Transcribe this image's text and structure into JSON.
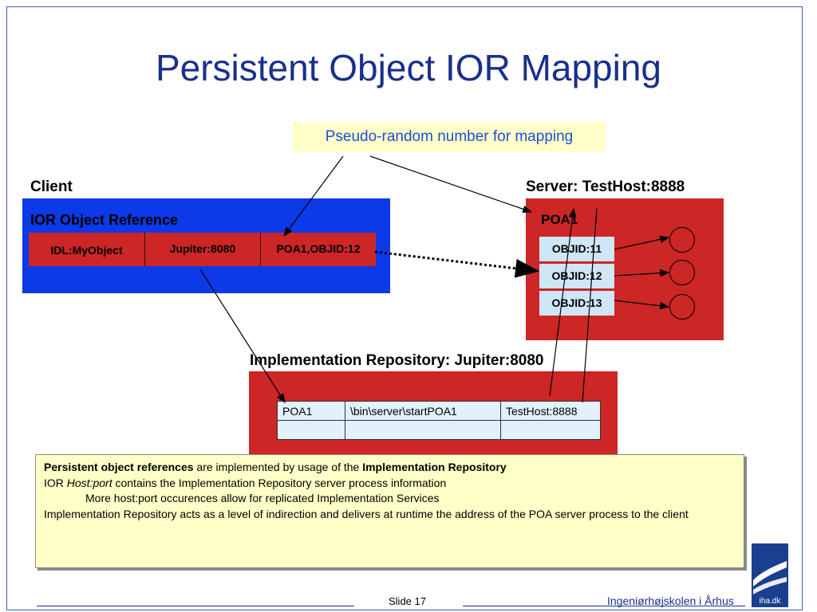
{
  "slide": {
    "title": "Persistent Object IOR Mapping",
    "callout": "Pseudo-random number for mapping",
    "client_label": "Client",
    "server_label": "Server: TestHost:8888",
    "ior": {
      "label": "IOR Object Reference",
      "cells": [
        "IDL:MyObject",
        "Jupiter:8080",
        "POA1,OBJID:12"
      ]
    },
    "server": {
      "poa_label": "POA1",
      "objids": [
        "OBJID:11",
        "OBJID:12",
        "OBJID:13"
      ]
    },
    "impl_repo": {
      "label": "Implementation Repository: Jupiter:8080",
      "row": [
        "POA1",
        "\\bin\\server\\startPOA1",
        "TestHost:8888"
      ]
    },
    "notes": {
      "line1_bold1": "Persistent object references",
      "line1_mid": " are implemented by usage of the ",
      "line1_bold2": "Implementation Repository",
      "line2_pre": "IOR ",
      "line2_italic": "Host:port",
      "line2_post": " contains the Implementation Repository server process information",
      "line3": "More host:port occurences allow for replicated Implementation Services",
      "line4": "Implementation Repository acts as a level of indirection and delivers at runtime the address of the POA server process to the client"
    },
    "footer": {
      "slide_number": "Slide 17",
      "school": "Ingeniørhøjskolen i Århus",
      "logo_text": "iha.dk"
    },
    "colors": {
      "title": "#1a2f8c",
      "client_blue": "#0c3ae8",
      "box_red": "#cc2626",
      "callout_bg": "#ffffc8",
      "cell_blue": "#cfe6f7"
    }
  }
}
